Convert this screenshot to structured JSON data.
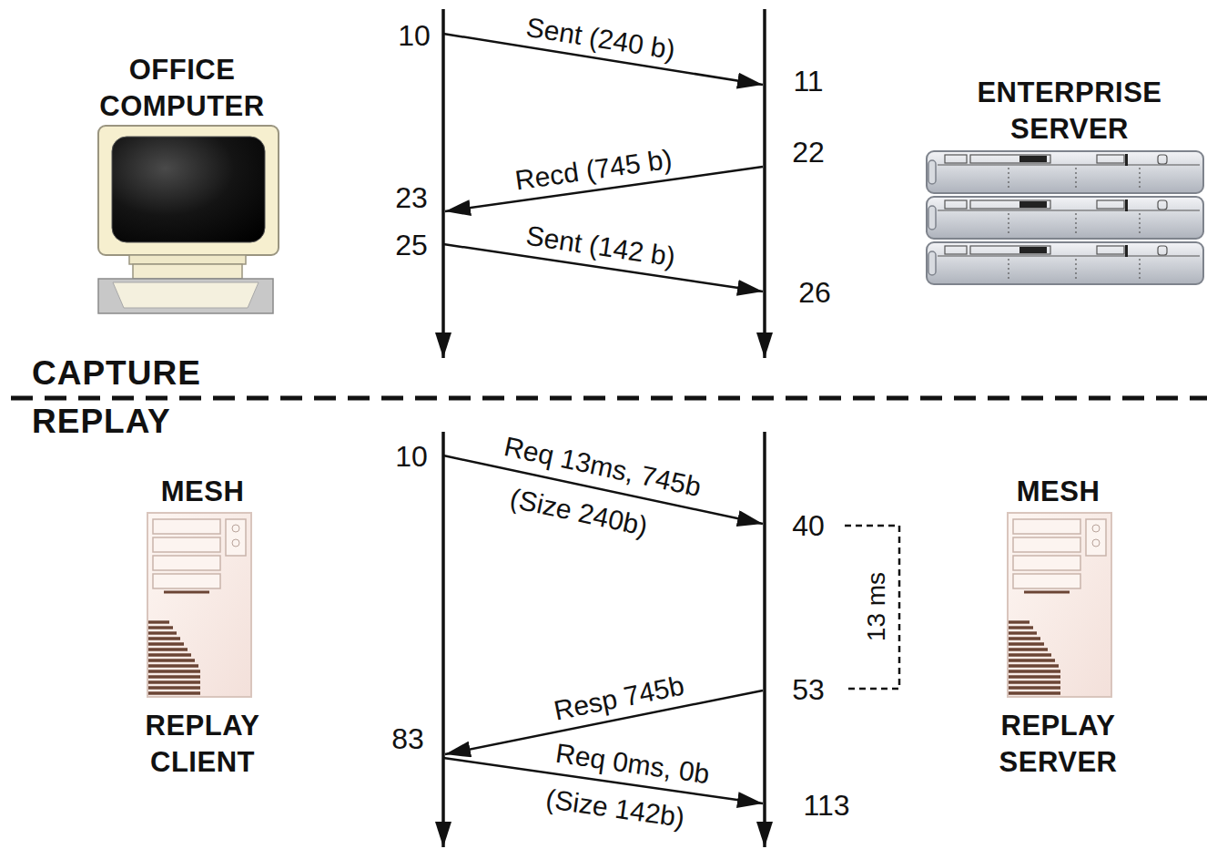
{
  "diagram": {
    "nodes": [
      {
        "text": [
          "OFFICE COMPUTER"
        ]
      },
      {
        "text": [
          "ENTERPRISE SERVER"
        ]
      },
      {
        "text": [
          "MESH",
          "REPLAY CLIENT"
        ]
      },
      {
        "text": [
          "MESH",
          "REPLAY SERVER"
        ]
      }
    ],
    "labels": [
      "10",
      "Sent (240 b)",
      "11",
      "22",
      "Recd (745 b)",
      "23",
      "25",
      "Sent (142 b)",
      "26",
      "CAPTURE",
      "REPLAY",
      "10",
      "Req 13ms, 745b",
      "(Size 240b)",
      "40",
      "13 ms",
      "53",
      "Resp 745b",
      "83",
      "Req 0ms, 0b",
      "(Size 142b)",
      "113"
    ]
  }
}
